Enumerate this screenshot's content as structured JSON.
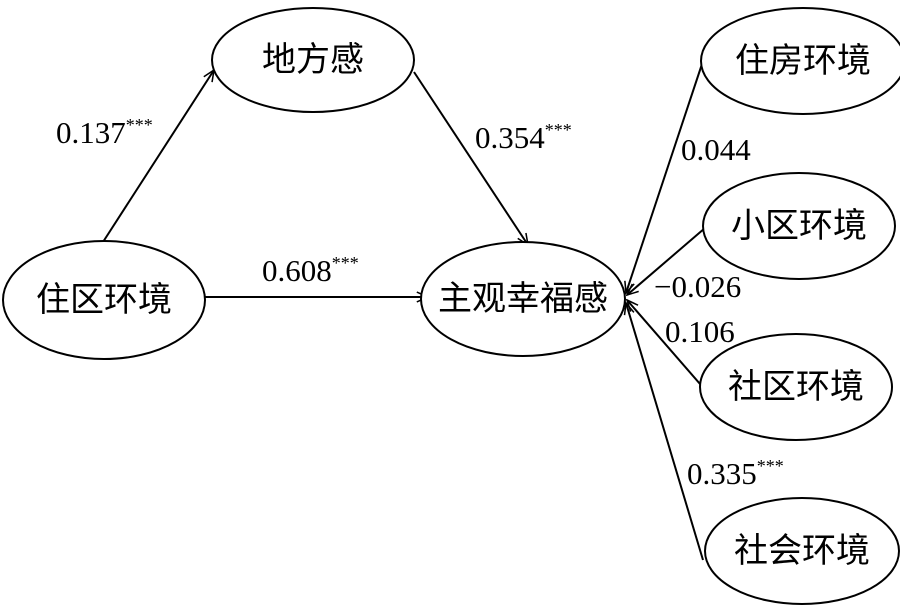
{
  "nodes": {
    "community_environment": "住区环境",
    "sense_of_place": "地方感",
    "subjective_wellbeing": "主观幸福感",
    "housing_environment": "住房环境",
    "neighborhood_environment": "小区环境",
    "community_env": "社区环境",
    "social_environment": "社会环境"
  },
  "paths": {
    "community_to_place": {
      "coef": "0.137",
      "sig": "***"
    },
    "place_to_wellbeing": {
      "coef": "0.354",
      "sig": "***"
    },
    "community_to_wellbeing": {
      "coef": "0.608",
      "sig": "***"
    },
    "housing_to_wellbeing": {
      "coef": "0.044",
      "sig": ""
    },
    "neighborhood_to_wellbeing": {
      "coef": "−0.026",
      "sig": ""
    },
    "communityenv_to_wellbeing": {
      "coef": "0.106",
      "sig": ""
    },
    "social_to_wellbeing": {
      "coef": "0.335",
      "sig": "***"
    }
  },
  "colors": {
    "stroke": "#000000",
    "background": "#ffffff"
  }
}
